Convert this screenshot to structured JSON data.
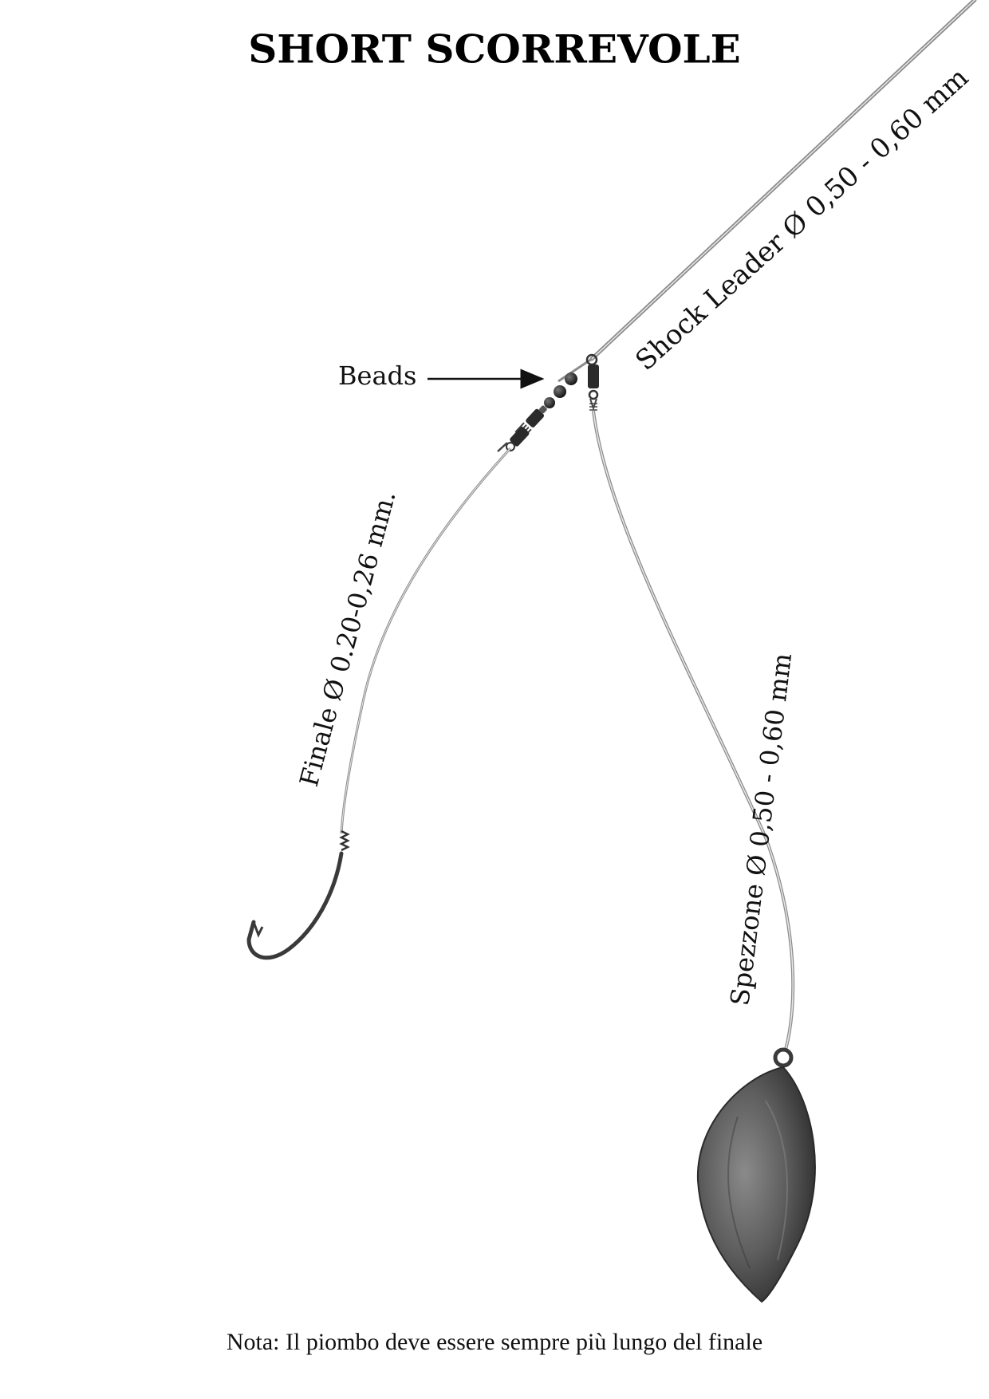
{
  "title": "SHORT SCORREVOLE",
  "labels": {
    "beads": "Beads",
    "shock_leader": "Shock Leader Ø 0,50 - 0,60 mm",
    "finale": "Finale Ø 0.20-0,26 mm.",
    "spezzone": "Spezzone Ø 0,50 - 0,60 mm"
  },
  "note": "Nota: Il piombo deve essere sempre più lungo del finale",
  "colors": {
    "line": "#9a9a9a",
    "metal": "#2b2b2b",
    "sinker": "#6e6e6e"
  }
}
